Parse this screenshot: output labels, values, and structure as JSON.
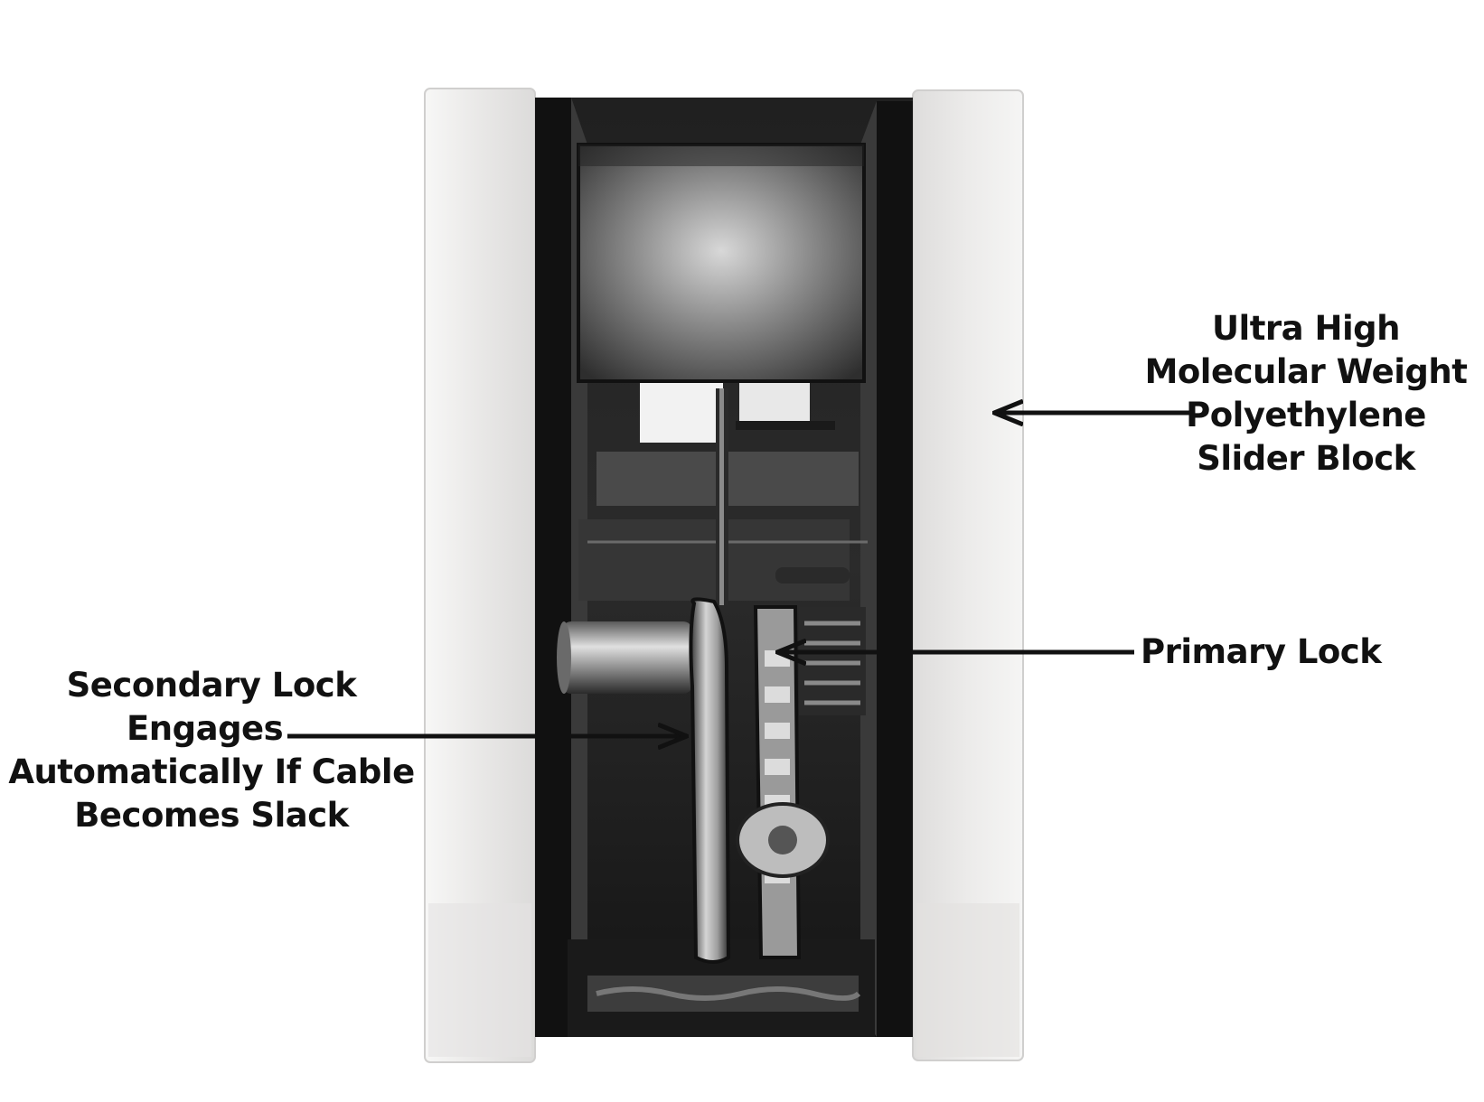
{
  "colors": {
    "background": "#ffffff",
    "text": "#111111",
    "arrow": "#111111",
    "slider_block": "#ecebea",
    "metal_dark": "#1c1c1c",
    "metal_mid": "#5a5a5a",
    "metal_light": "#bdbdbd"
  },
  "callouts": {
    "uhmw": {
      "line1": "Ultra High",
      "line2": "Molecular Weight",
      "line3": "Polyethylene",
      "line4": "Slider Block"
    },
    "primary_lock": {
      "line1": "Primary Lock"
    },
    "secondary_lock": {
      "line1": "Secondary Lock",
      "line2": "Engages",
      "line3": "Automatically If Cable",
      "line4": "Becomes Slack"
    }
  }
}
